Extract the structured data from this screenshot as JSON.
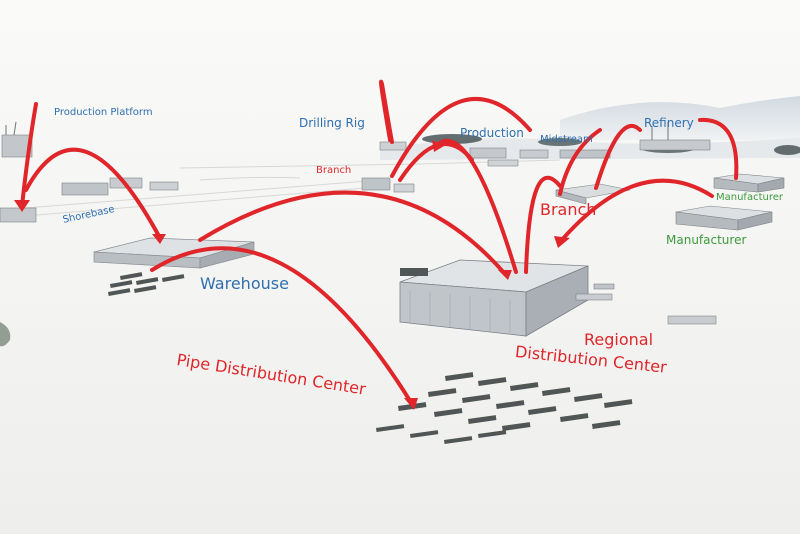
{
  "colors": {
    "background": "#f3f3f1",
    "arrow": "#e0262a",
    "label_blue": "#2f6fb0",
    "label_red": "#e0262a",
    "label_green": "#3d9a3d",
    "building": "#c9ccd0",
    "pipe_rack": "#4f5655"
  },
  "labels": {
    "production_platform": "Production Platform",
    "shorebase": "Shorebase",
    "drilling_rig": "Drilling Rig",
    "production": "Production",
    "midstream": "Midstream",
    "refinery": "Refinery",
    "branch_small": "Branch",
    "branch_large": "Branch",
    "manufacturer_1": "Manufacturer",
    "manufacturer_2": "Manufacturer",
    "warehouse": "Warehouse",
    "pipe_distribution_center": "Pipe Distribution Center",
    "regional_distribution_center_line1": "Regional",
    "regional_distribution_center_line2": "Distribution Center"
  }
}
